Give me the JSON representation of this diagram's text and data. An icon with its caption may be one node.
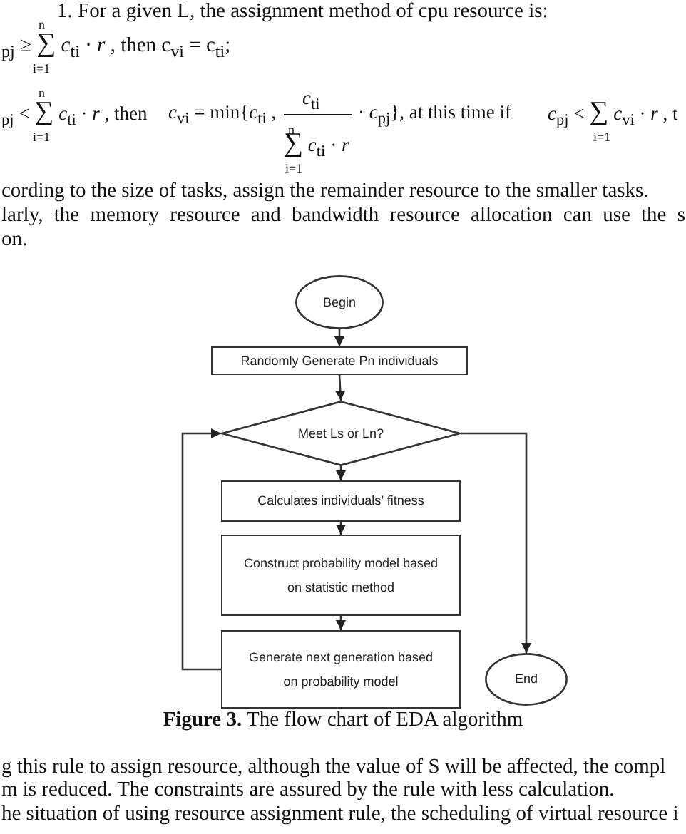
{
  "diagram": {
    "caption": "**Figure 3.** The flow chart of EDA algorithm",
    "nodes": [
      {
        "text": [
          "Begin"
        ]
      },
      {
        "text": [
          "Randomly Generate Pn individuals"
        ]
      },
      {
        "text": [
          "Meet Ls or Ln?"
        ]
      },
      {
        "text": [
          "Calculates individuals’ fitness"
        ]
      },
      {
        "text": [
          "Construct probability model based on statistic method"
        ]
      },
      {
        "text": [
          "Generate next generation based on probability model"
        ]
      },
      {
        "text": [
          "End"
        ]
      }
    ],
    "edges": [
      {
        "from": 0,
        "to": 1,
        "arrow": "to"
      },
      {
        "from": 1,
        "to": 2,
        "arrow": "to"
      },
      {
        "from": 2,
        "to": 3,
        "arrow": "to"
      },
      {
        "from": 3,
        "to": 4,
        "arrow": "to"
      },
      {
        "from": 4,
        "to": 5,
        "arrow": "to"
      },
      {
        "from": 5,
        "to": 2,
        "arrow": "to"
      },
      {
        "from": 2,
        "to": 6,
        "arrow": "to"
      }
    ],
    "labels": [
      "1. For a given L, the assignment method of cpu resource is:",
      "n",
      "$_{pj}$ ≥ ∑ *c*$_{ti}$ · *r* , then c$_{vi}$ = c$_{ti}$;",
      "i=1",
      "n",
      "n",
      "$_{pj}$ < ∑ *c*$_{ti}$ · *r* , then",
      "*c*$_{vi}$ = min{*c*$_{ti}$ ,",
      "*c*$_{ti}$",
      "∑ *c*$_{ti}$ · *r*",
      "· *c*$_{pj}$}, at this time if",
      "*c*$_{pj}$ < ∑ *c*$_{vi}$ · *r* , t",
      "i=1",
      "i=1",
      "i=1",
      "cording to the size of tasks, assign the remainder resource to the smaller tasks.",
      "larly, the memory resource and bandwidth resource allocation can use the s",
      "on.",
      "g this rule to assign resource, although the value of S will be affected, the compl",
      "m is reduced. The constraints are assured by the rule with less calculation.",
      "he situation of using resource assignment rule, the scheduling of virtual resource i"
    ]
  }
}
